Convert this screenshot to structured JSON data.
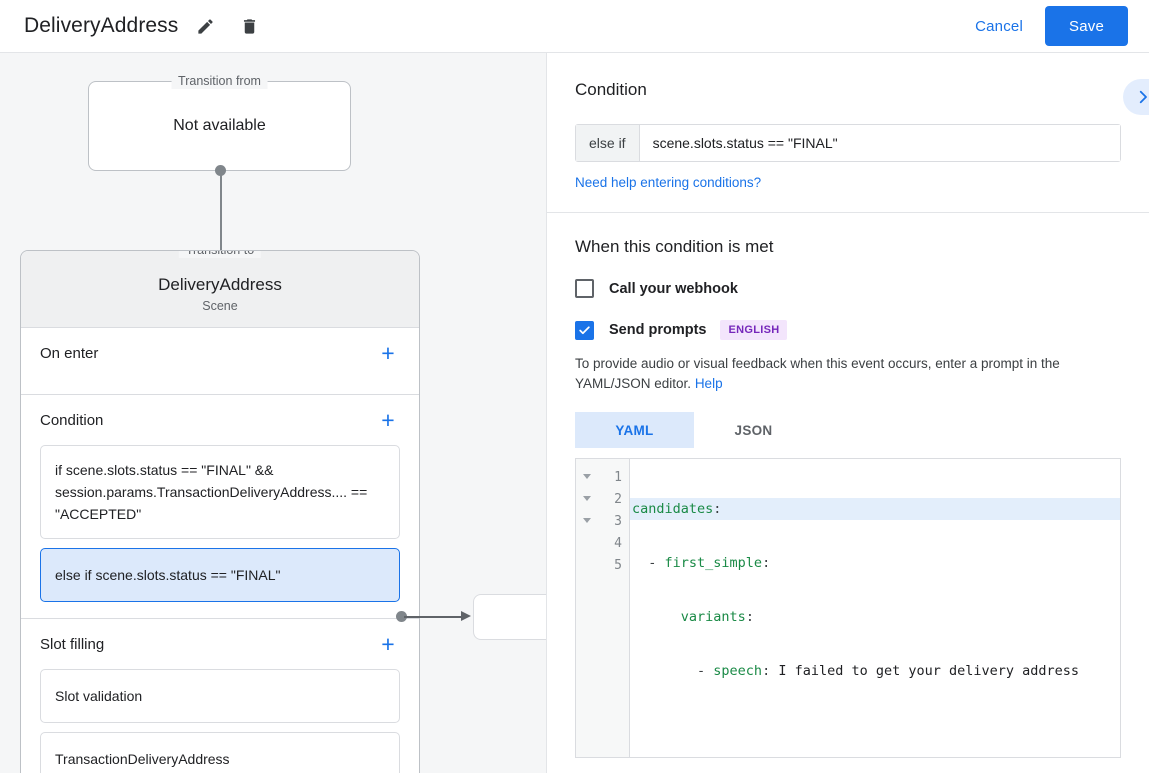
{
  "topbar": {
    "title": "DeliveryAddress",
    "edit_icon": "pencil-icon",
    "delete_icon": "trash-icon",
    "cancel_label": "Cancel",
    "save_label": "Save",
    "accent_color": "#1a73e8"
  },
  "canvas": {
    "transition_from": {
      "legend": "Transition from",
      "title": "Not available"
    },
    "transition_to": {
      "legend": "Transition to",
      "name": "DeliveryAddress",
      "kind": "Scene",
      "sections": [
        {
          "title": "On enter",
          "add_label": "+",
          "cards": []
        },
        {
          "title": "Condition",
          "add_label": "+",
          "cards": [
            {
              "text": "if scene.slots.status == \"FINAL\" && session.params.TransactionDeliveryAddress.... == \"ACCEPTED\"",
              "selected": false
            },
            {
              "text": "else if scene.slots.status == \"FINAL\"",
              "selected": true
            }
          ]
        },
        {
          "title": "Slot filling",
          "add_label": "+",
          "cards": [
            {
              "text": "Slot validation",
              "selected": false
            },
            {
              "text": "TransactionDeliveryAddress",
              "selected": false
            }
          ]
        }
      ]
    }
  },
  "right_panel": {
    "collapse_icon": "chevron-right-icon",
    "condition": {
      "heading": "Condition",
      "prefix": "else if",
      "value": "scene.slots.status == \"FINAL\"",
      "placeholder": "Enter a condition",
      "help_link": "Need help entering conditions?"
    },
    "when_met": {
      "heading": "When this condition is met",
      "webhook": {
        "label": "Call your webhook",
        "checked": false
      },
      "prompts": {
        "label": "Send prompts",
        "checked": true,
        "language_badge": "ENGLISH",
        "badge_bg": "#f3e5fc",
        "badge_color": "#7627bb"
      },
      "hint_text": "To provide audio or visual feedback when this event occurs, enter a prompt in the YAML/JSON editor.",
      "hint_link": "Help",
      "tabs": [
        {
          "label": "YAML",
          "active": true
        },
        {
          "label": "JSON",
          "active": false
        }
      ],
      "editor": {
        "lines": [
          {
            "num": "1",
            "fold": true,
            "highlight": true,
            "key": "candidates",
            "indent": "",
            "dash": false,
            "value": ""
          },
          {
            "num": "2",
            "fold": true,
            "highlight": false,
            "key": "first_simple",
            "indent": "  ",
            "dash": true,
            "value": ""
          },
          {
            "num": "3",
            "fold": true,
            "highlight": false,
            "key": "variants",
            "indent": "      ",
            "dash": false,
            "value": ""
          },
          {
            "num": "4",
            "fold": false,
            "highlight": false,
            "key": "speech",
            "indent": "        ",
            "dash": true,
            "value": " I failed to get your delivery address"
          },
          {
            "num": "5",
            "fold": false,
            "highlight": false,
            "key": "",
            "indent": "",
            "dash": false,
            "value": ""
          }
        ]
      }
    }
  }
}
